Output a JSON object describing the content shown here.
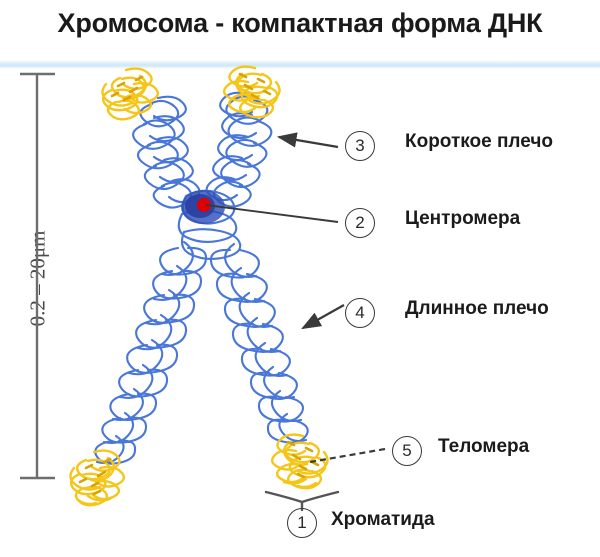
{
  "page": {
    "title": "Хромосома - компактная форма ДНК",
    "background_color": "#ffffff",
    "band_color": "#cde7f8"
  },
  "scale": {
    "label": "0.2 – 20μm",
    "axis_color": "#6e6e6e"
  },
  "diagram": {
    "name": "chromosome",
    "chromatin_color": "#3f6fd8",
    "telomere_color": "#f5c518",
    "centromere_color": "#2a3fa0",
    "centromere_dot_color": "#e00000"
  },
  "callouts": [
    {
      "number": "1",
      "label": "Хроматида",
      "pointer": "brace"
    },
    {
      "number": "2",
      "label": "Центромера",
      "pointer": "line"
    },
    {
      "number": "3",
      "label": "Короткое плечо",
      "pointer": "arrow"
    },
    {
      "number": "4",
      "label": "Длинное плечо",
      "pointer": "arrow"
    },
    {
      "number": "5",
      "label": "Теломера",
      "pointer": "dashed"
    }
  ]
}
